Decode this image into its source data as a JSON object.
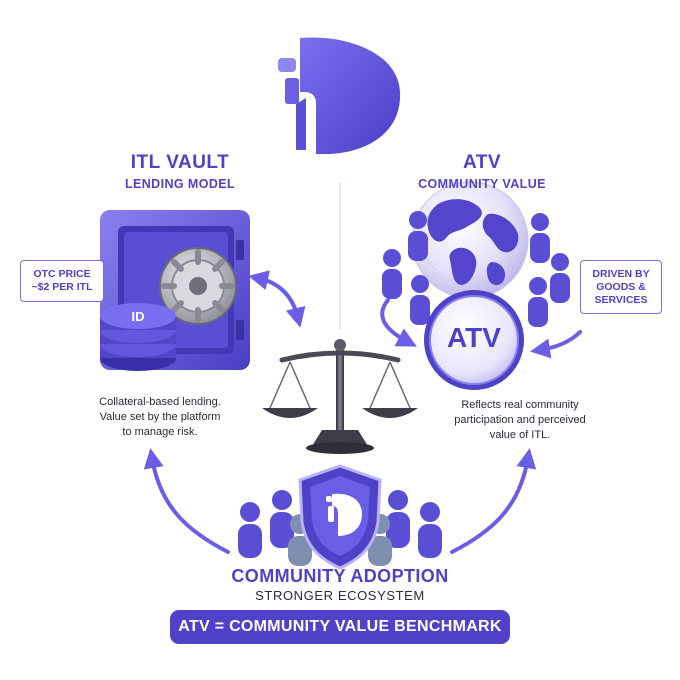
{
  "vault": {
    "title": "ITL VAULT",
    "subtitle": "LENDING MODEL",
    "price_line1": "OTC PRICE",
    "price_line2": "~$2 PER ITL",
    "desc_line1": "Collateral-based lending.",
    "desc_line2": "Value set by the platform",
    "desc_line3": "to manage risk."
  },
  "atv": {
    "title": "ATV",
    "subtitle": "COMMUNITY VALUE",
    "coin_label": "ATV",
    "driver_line1": "DRIVEN BY",
    "driver_line2": "GOODS &",
    "driver_line3": "SERVICES",
    "desc_line1": "Reflects real community",
    "desc_line2": "participation and perceived",
    "desc_line3": "value of ITL."
  },
  "adoption": {
    "title": "COMMUNITY ADOPTION",
    "subtitle": "STRONGER ECOSYSTEM"
  },
  "benchmark": {
    "label": "ATV = COMMUNITY VALUE BENCHMARK"
  },
  "icons": [
    "brand-logo-icon",
    "vault-safe-icon",
    "coin-stack-icon",
    "globe-icon",
    "people-group-icon",
    "atv-coin-icon",
    "balance-scale-icon",
    "shield-logo-icon",
    "curved-arrow-icon"
  ],
  "colors": {
    "primary": "#4e42c8",
    "accent": "#6a5ee6",
    "light": "#b7b0f5",
    "dark_text": "#2b2b3a",
    "scale_metal": "#4a4a56"
  }
}
